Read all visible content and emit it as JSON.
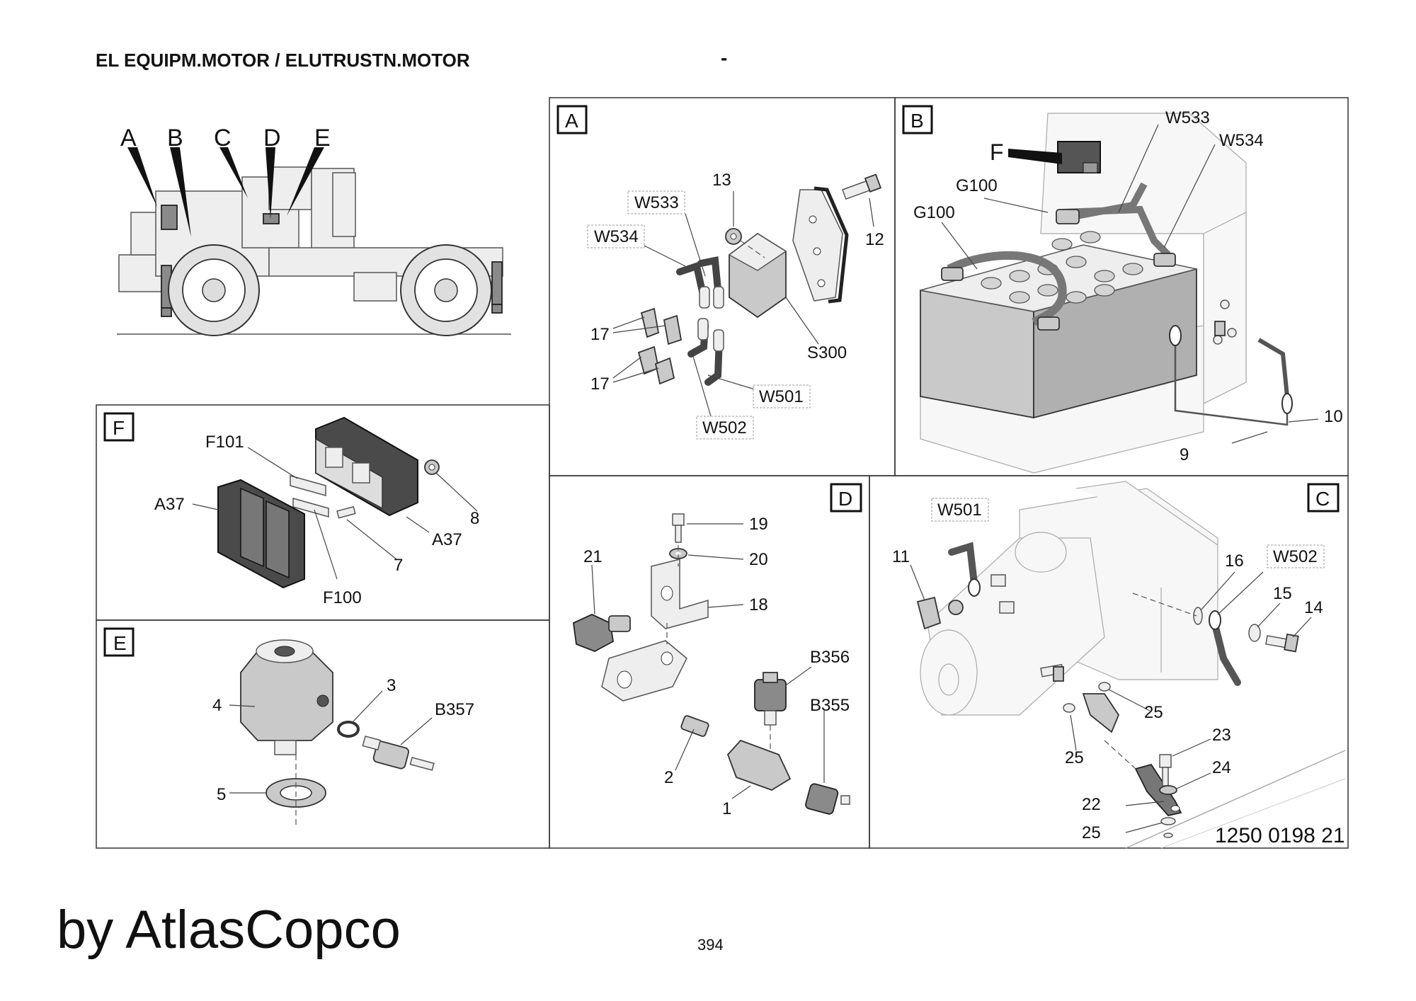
{
  "header": {
    "title": "EL EQUIPM.MOTOR / ELUTRUSTN.MOTOR",
    "dash": "-"
  },
  "footer": {
    "brand": "by AtlasCopco",
    "page_number": "394"
  },
  "drawing_number": "1250 0198 21",
  "overview": {
    "callouts": [
      "A",
      "B",
      "C",
      "D",
      "E"
    ]
  },
  "panels": {
    "A": {
      "label": "A",
      "callouts": [
        "13",
        "W533",
        "W534",
        "12",
        "17",
        "17",
        "S300",
        "W501",
        "W502"
      ]
    },
    "B": {
      "label": "B",
      "callouts": [
        "W533",
        "W534",
        "F",
        "G100",
        "G100",
        "10",
        "9"
      ]
    },
    "C": {
      "label": "C",
      "callouts": [
        "W501",
        "11",
        "16",
        "W502",
        "15",
        "14",
        "25",
        "25",
        "23",
        "24",
        "22",
        "25"
      ]
    },
    "D": {
      "label": "D",
      "callouts": [
        "19",
        "20",
        "21",
        "18",
        "B356",
        "B355",
        "2",
        "1"
      ]
    },
    "E": {
      "label": "E",
      "callouts": [
        "4",
        "3",
        "B357",
        "5"
      ]
    },
    "F": {
      "label": "F",
      "callouts": [
        "F101",
        "A37",
        "8",
        "A37",
        "7",
        "F100"
      ]
    }
  }
}
